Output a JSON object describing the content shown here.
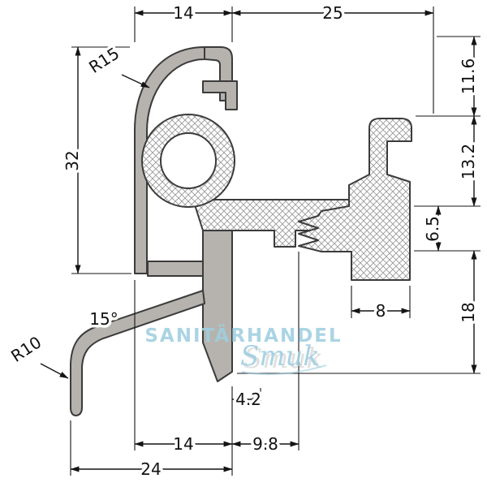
{
  "page": {
    "background": "#ffffff",
    "description": "Dimensioned technical drawing of an aluminium weather-bar / drip-rail profile cross-section with clamped round seal"
  },
  "drawing": {
    "units": "mm",
    "labels": {
      "top_width_small": "14",
      "top_width_large": "25",
      "left_height": "32",
      "right_depth_1": "11.6",
      "right_depth_2": "13.2",
      "right_depth_3": "6.5",
      "right_depth_4": "18",
      "radius_top": "R15",
      "radius_bottom": "R10",
      "angle": "15°",
      "bottom_width_8": "8",
      "bottom_width_42": "4.2",
      "bottom_width_14": "14",
      "bottom_width_98": "9.8",
      "bottom_width_24": "24"
    },
    "colors": {
      "profile_fill": "#b6b3ae",
      "outline": "#3b3b3b",
      "dimension_lines": "#141414",
      "watermark": "#9fcfe0"
    },
    "watermark": {
      "line1": "SANITÄRHANDEL",
      "line2": "Smuk"
    }
  }
}
